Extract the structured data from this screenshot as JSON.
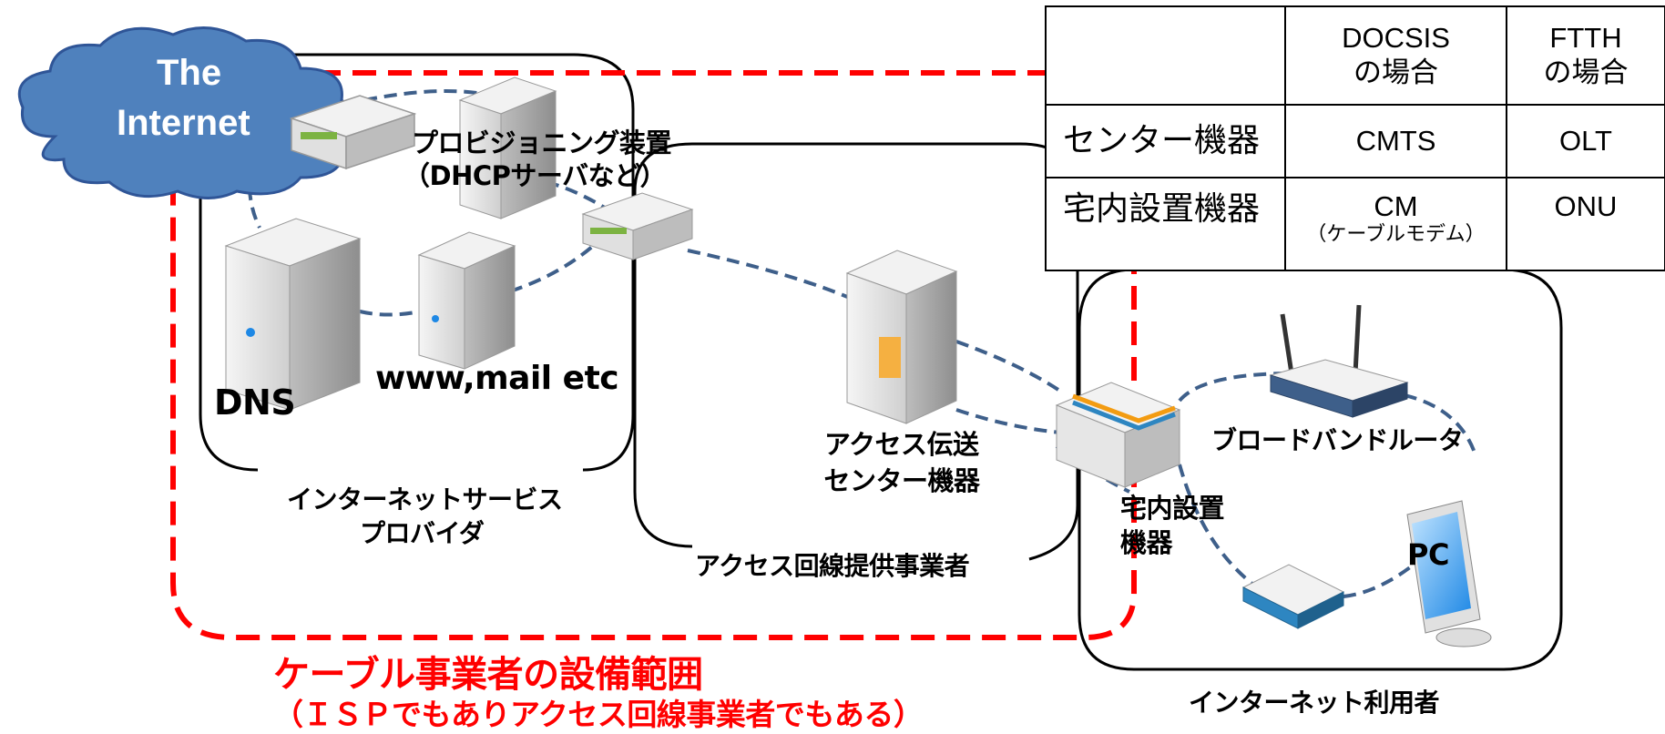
{
  "cloud": {
    "line1": "The",
    "line2": "Internet",
    "fill": "#4f81bd"
  },
  "zones": {
    "isp": "インターネットサービス",
    "isp2": "プロバイダ",
    "access": "アクセス回線提供事業者",
    "user": "インターネット利用者"
  },
  "devices": {
    "provisioning_1": "プロビジョニング装置",
    "provisioning_2": "（DHCPサーバなど）",
    "dns": "DNS",
    "www": "www,mail etc",
    "access_center_1": "アクセス伝送",
    "access_center_2": "センター機器",
    "home_device_1": "宅内設置",
    "home_device_2": "機器",
    "router": "ブロードバンドルータ",
    "pc": "PC"
  },
  "scope": {
    "title": "ケーブル事業者の設備範囲",
    "subtitle": "（ＩＳＰでもありアクセス回線事業者でもある）",
    "color": "#ff0000"
  },
  "table": {
    "col1": "DOCSIS",
    "col1b": "の場合",
    "col2": "FTTH",
    "col2b": "の場合",
    "row1": {
      "head": "センター機器",
      "docsis": "CMTS",
      "ftth": "OLT"
    },
    "row2": {
      "head": "宅内設置機器",
      "docsis": "CM",
      "docsis_note": "（ケーブルモデム）",
      "ftth": "ONU"
    }
  },
  "colors": {
    "link": "#3e5f8a",
    "zone": "#000000"
  }
}
